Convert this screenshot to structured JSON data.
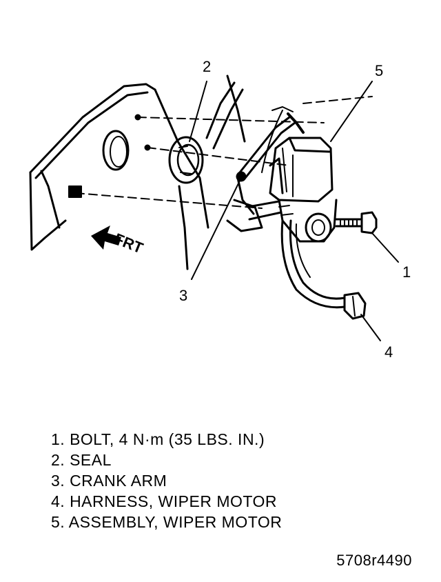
{
  "callouts": [
    "1",
    "2",
    "3",
    "4",
    "5"
  ],
  "front_label": "FRT",
  "legend": [
    "1. BOLT, 4 N·m (35 LBS. IN.)",
    "2. SEAL",
    "3. CRANK ARM",
    "4. HARNESS, WIPER MOTOR",
    "5. ASSEMBLY, WIPER MOTOR"
  ],
  "figure_id": "5708r4490"
}
